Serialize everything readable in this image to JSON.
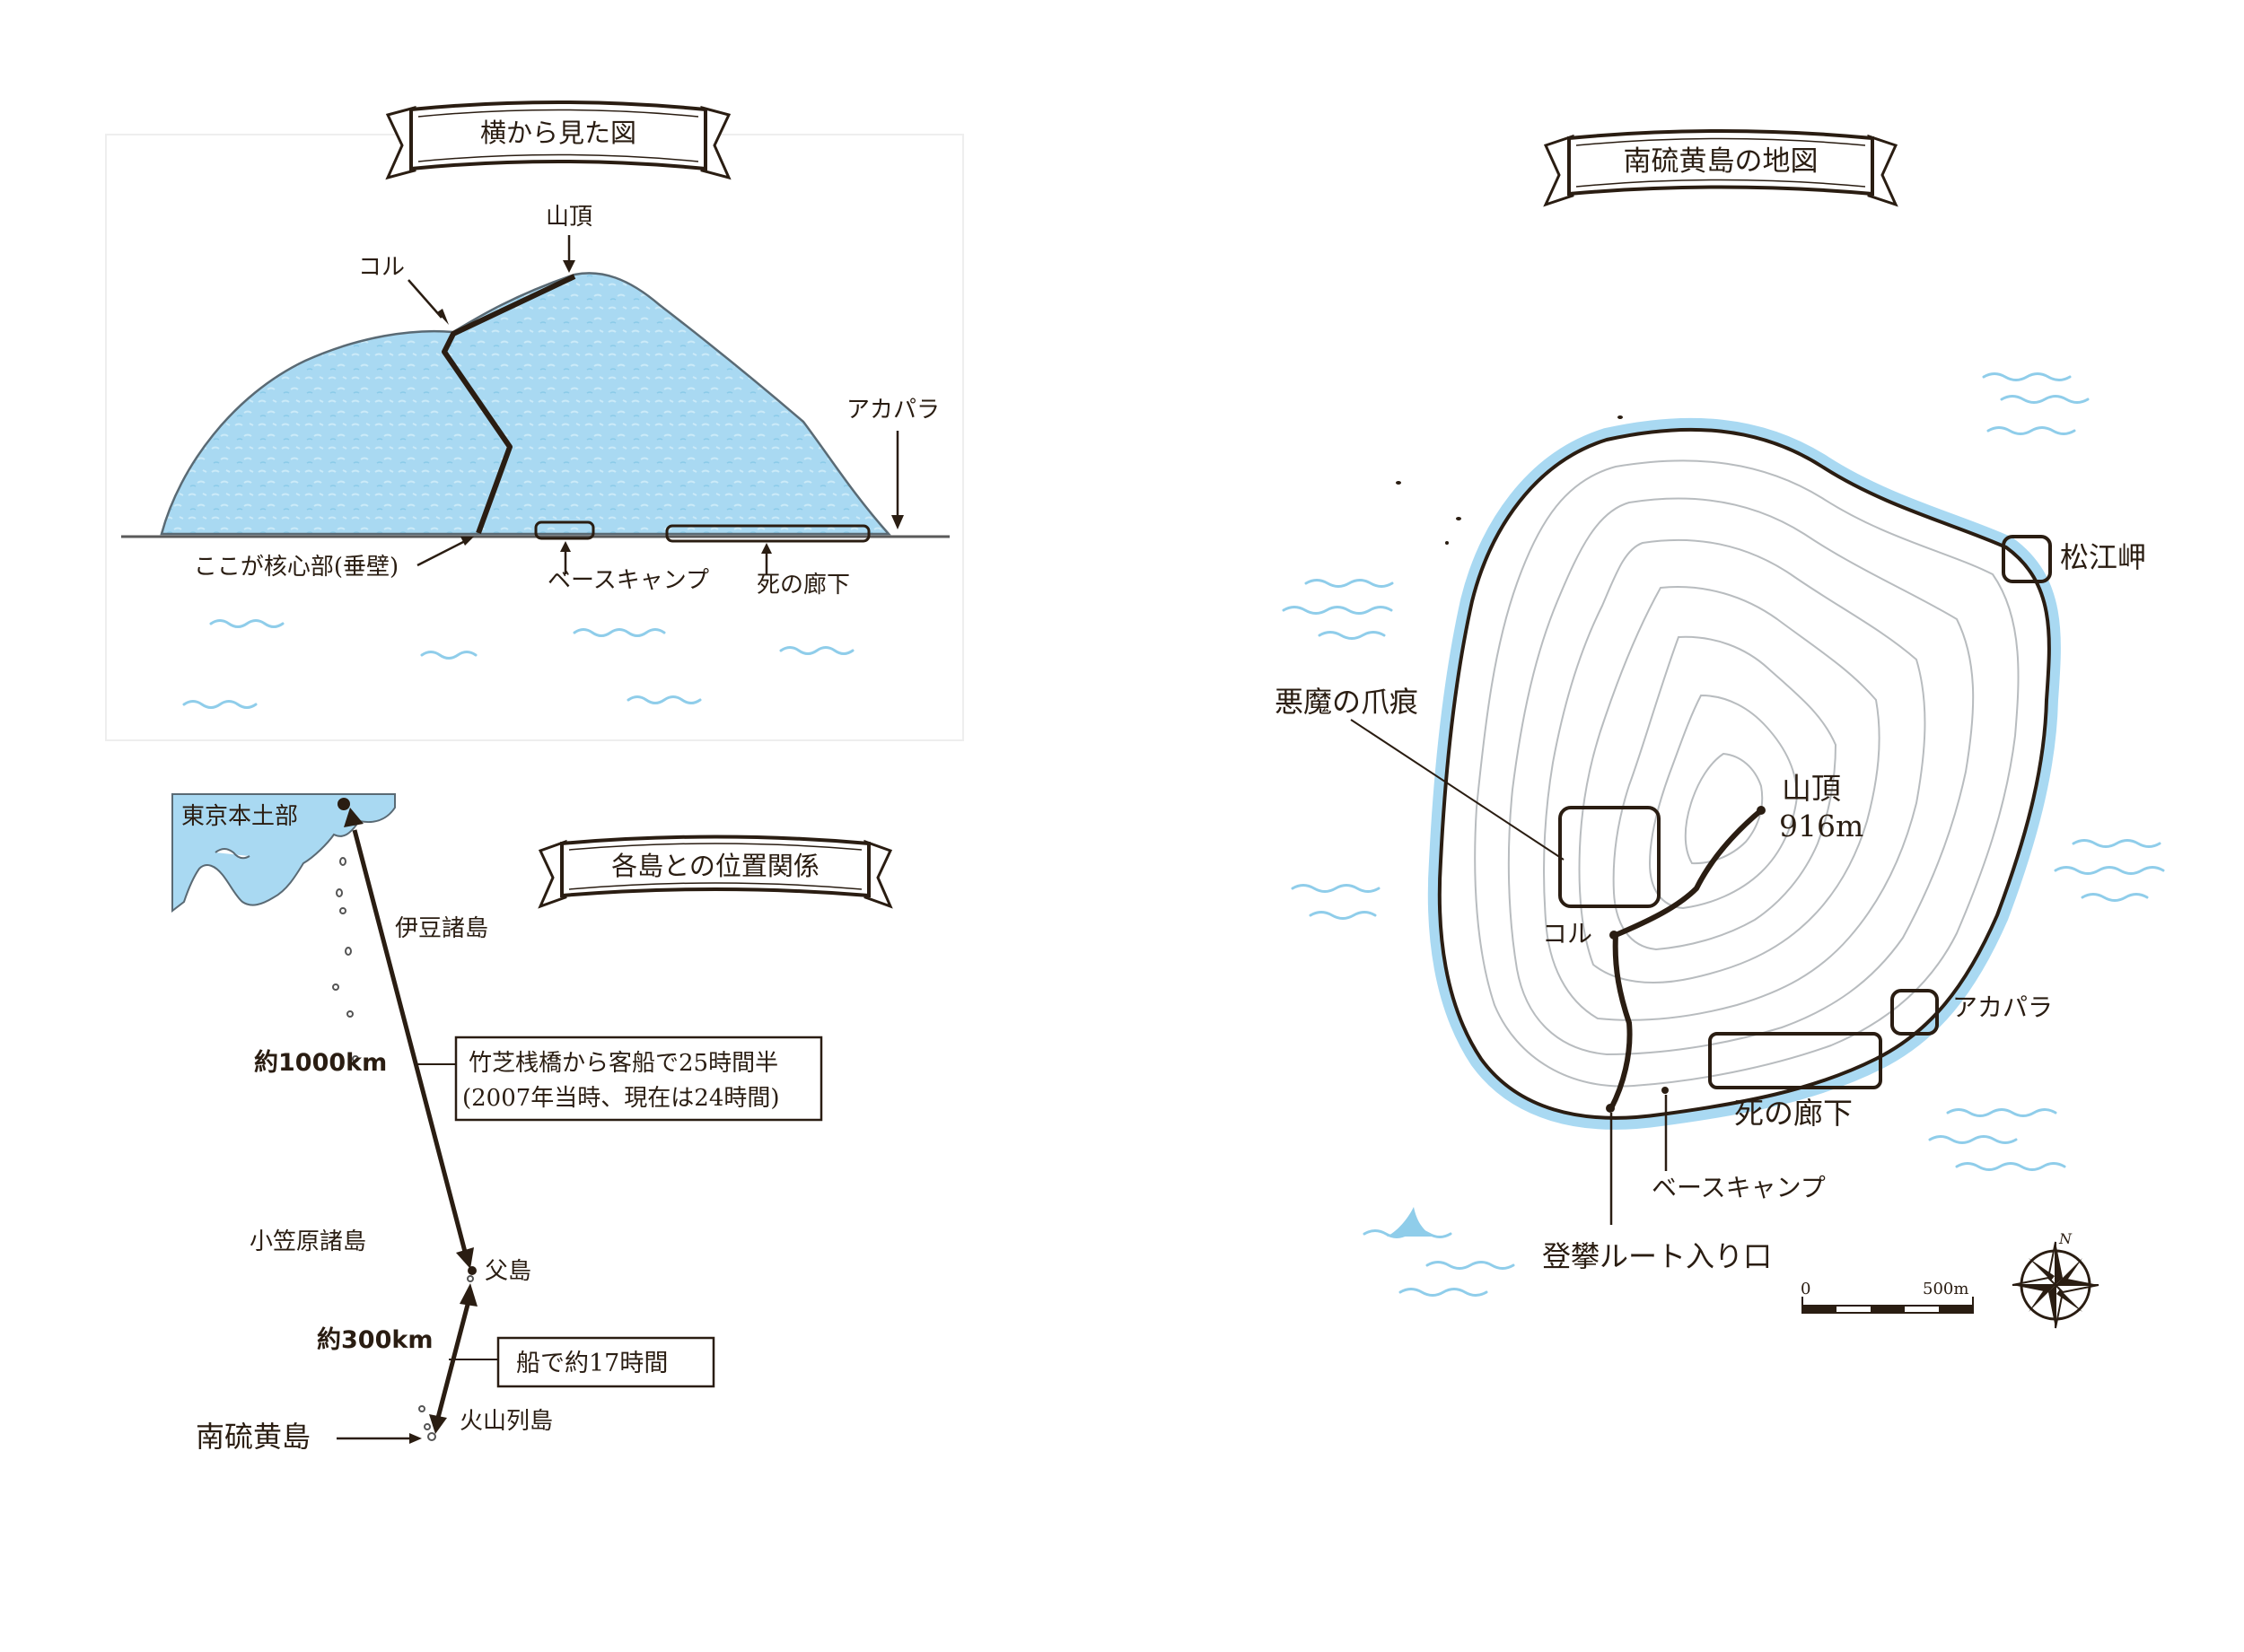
{
  "side_view": {
    "title": "横から見た図",
    "labels": {
      "summit": "山頂",
      "col": "コル",
      "akapara": "アカパラ",
      "crux": "ここが核心部(垂壁)",
      "basecamp": "ベースキャンプ",
      "death_corridor": "死の廊下"
    }
  },
  "relation_map": {
    "title": "各島との位置関係",
    "labels": {
      "tokyo": "東京本土部",
      "izu": "伊豆諸島",
      "ogasawara": "小笠原諸島",
      "chichijima": "父島",
      "kazan": "火山列島",
      "minami_iwo": "南硫黄島",
      "dist1": "約1000km",
      "dist2": "約300km",
      "note1_line1": "竹芝桟橋から客船で25時間半",
      "note1_line2": "(2007年当時、現在は24時間)",
      "note2": "船で約17時間"
    }
  },
  "island_map": {
    "title": "南硫黄島の地図",
    "labels": {
      "matsue": "松江岬",
      "devil": "悪魔の爪痕",
      "summit": "山頂",
      "elevation": "916m",
      "col": "コル",
      "akapara": "アカパラ",
      "death_corridor": "死の廊下",
      "basecamp": "ベースキャンプ",
      "entrance": "登攀ルート入り口"
    },
    "scale": {
      "start": "0",
      "end": "500m"
    },
    "compass": "N"
  },
  "colors": {
    "ink": "#2a1d12",
    "mountain": "#a9d9f2",
    "mountain_dark": "#7cc3e6",
    "sea_wave": "#8fcdea",
    "contour": "#b8bcbf"
  }
}
